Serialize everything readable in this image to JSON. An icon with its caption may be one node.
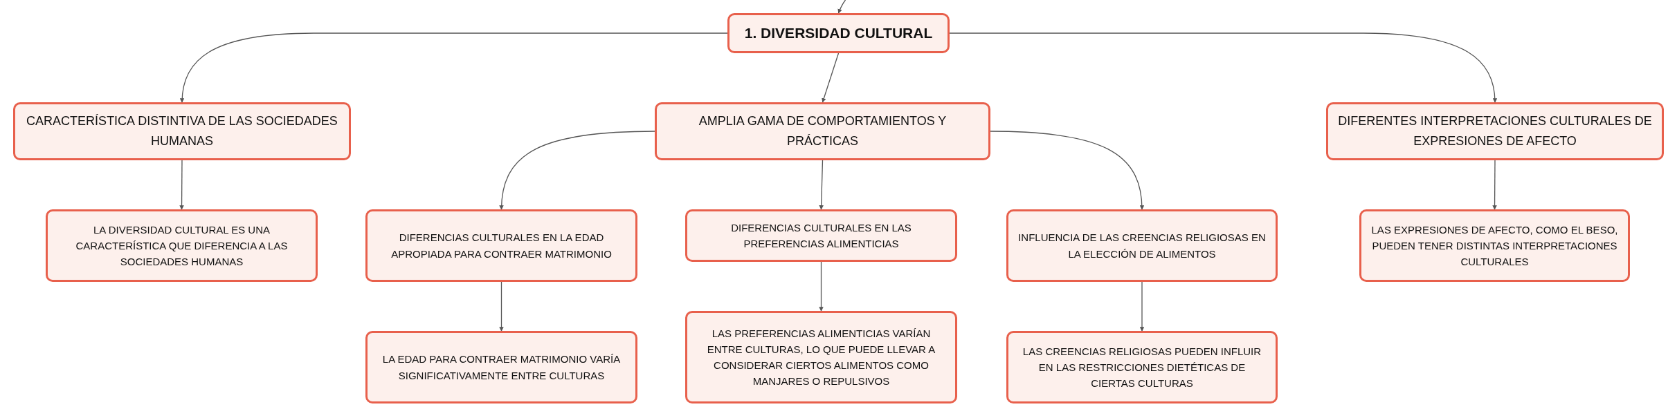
{
  "diagram": {
    "nodes": [
      {
        "text": [
          "1. DIVERSIDAD CULTURAL"
        ]
      },
      {
        "text": [
          "CARACTERÍSTICA DISTINTIVA DE LAS SOCIEDADES HUMANAS"
        ]
      },
      {
        "text": [
          "LA DIVERSIDAD CULTURAL ES UNA CARACTERÍSTICA QUE DIFERENCIA A LAS SOCIEDADES HUMANAS"
        ]
      },
      {
        "text": [
          "AMPLIA GAMA DE COMPORTAMIENTOS Y PRÁCTICAS"
        ]
      },
      {
        "text": [
          "DIFERENCIAS CULTURALES EN LA EDAD APROPIADA PARA CONTRAER MATRIMONIO"
        ]
      },
      {
        "text": [
          "LA EDAD PARA CONTRAER MATRIMONIO VARÍA SIGNIFICATIVAMENTE ENTRE CULTURAS"
        ]
      },
      {
        "text": [
          "DIFERENCIAS CULTURALES EN LAS PREFERENCIAS ALIMENTICIAS"
        ]
      },
      {
        "text": [
          "LAS PREFERENCIAS ALIMENTICIAS VARÍAN ENTRE CULTURAS, LO QUE PUEDE LLEVAR A CONSIDERAR CIERTOS ALIMENTOS COMO MANJARES O REPULSIVOS"
        ]
      },
      {
        "text": [
          "INFLUENCIA DE LAS CREENCIAS RELIGIOSAS EN LA ELECCIÓN DE ALIMENTOS"
        ]
      },
      {
        "text": [
          "LAS CREENCIAS RELIGIOSAS PUEDEN INFLUIR EN LAS RESTRICCIONES DIETÉTICAS DE CIERTAS CULTURAS"
        ]
      },
      {
        "text": [
          "DIFERENTES INTERPRETACIONES CULTURALES DE EXPRESIONES DE AFECTO"
        ]
      },
      {
        "text": [
          "LAS EXPRESIONES DE AFECTO, COMO EL BESO, PUEDEN TENER DISTINTAS INTERPRETACIONES CULTURALES"
        ]
      }
    ],
    "edges": [
      {
        "from": null,
        "to": 0,
        "arrow": "to"
      },
      {
        "from": 0,
        "to": 1,
        "arrow": "to"
      },
      {
        "from": 0,
        "to": 3,
        "arrow": "to"
      },
      {
        "from": 0,
        "to": 10,
        "arrow": "to"
      },
      {
        "from": 1,
        "to": 2,
        "arrow": "to"
      },
      {
        "from": 3,
        "to": 4,
        "arrow": "to"
      },
      {
        "from": 3,
        "to": 6,
        "arrow": "to"
      },
      {
        "from": 3,
        "to": 8,
        "arrow": "to"
      },
      {
        "from": 4,
        "to": 5,
        "arrow": "to"
      },
      {
        "from": 6,
        "to": 7,
        "arrow": "to"
      },
      {
        "from": 8,
        "to": 9,
        "arrow": "to"
      },
      {
        "from": 10,
        "to": 11,
        "arrow": "to"
      }
    ]
  }
}
